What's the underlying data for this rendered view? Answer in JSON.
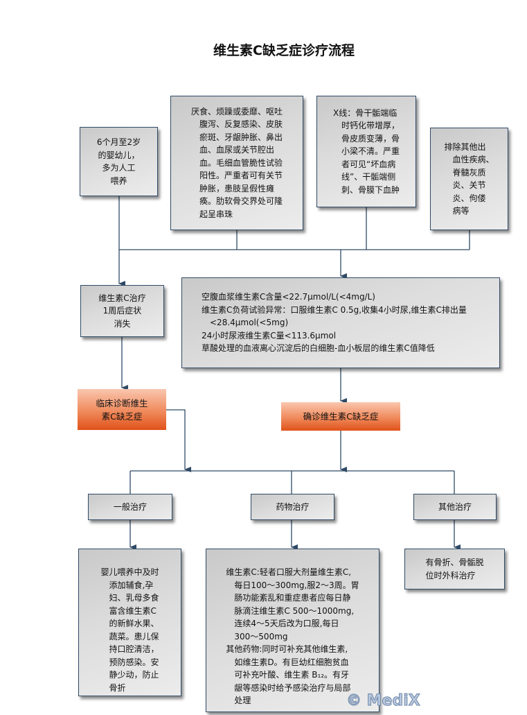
{
  "title": "维生素C缺乏症诊疗流程",
  "nodes": {
    "population": "6个月至2岁\n的婴幼儿，\n多为人工\n喂养",
    "symptoms": "厌食、烦躁或委靡、呕吐\n　腹泻、反复感染、皮肤\n　瘀斑、牙龈肿胀、鼻出\n　血、血尿或关节腔出\n　血。毛细血管脆性试验\n　阳性。严重者可有关节\n　肿胀，患肢呈假性瘫\n　痪。肋软骨交界处可隆\n　起呈串珠",
    "xray": "X线：骨干骺端临\n　时钙化带增厚，\n　骨皮质变薄，骨\n　小梁不清。严重\n　者可见“坏血病\n　线”、干骺端侧\n　刺、骨膜下血肿",
    "exclude": "排除其他出\n　血性疾病、\n　脊髓灰质\n　炎、关节\n　炎、佝偻\n　病等",
    "trial": "维生素C治疗\n1周后症状\n消失",
    "labs": "空腹血浆维生素C含量<22.7μmol/L(<4mg/L)\n维生素C负荷试验异常：口服维生素C 0.5g,收集4小时尿,维生素C排出量\n　<28.4μmol(<5mg)\n24小时尿液维生素C量<113.6μmol\n草酸处理的血液离心沉淀后的白细胞-血小板层的维生素C值降低",
    "clinical_dx": "临床诊断维生\n素C缺乏症",
    "confirmed_dx": "确诊维生素C缺乏症",
    "general": "一般治疗",
    "drug": "药物治疗",
    "other": "其他治疗",
    "general_detail": "婴儿喂养中及时\n　添加辅食,孕\n　妇、乳母多食\n　富含维生素C\n　的新鲜水果、\n　蔬菜。患儿保\n　持口腔清洁，\n　预防感染。安\n　静少动，防止\n　骨折",
    "drug_detail": "维生素C:轻者口服大剂量维生素C,\n　每日100～300mg,服2～3周。胃\n　肠功能紊乱和重症患者应每日静\n　脉滴注维生素C 500～1000mg,\n　连续4～5天后改为口服,每日\n　300～500mg\n其他药物:同时可补充其他维生素,\n　如维生素D。有巨幼红细胞贫血\n　可补充叶酸、维生素 B₁₂。有牙\n　龈等感染时给予感染治疗与局部\n　处理",
    "other_detail": "有骨折、骨骺脱\n位时外科治疗"
  },
  "watermark": "© MediX",
  "colors": {
    "border": "#2f4a66",
    "orange": "#e0521a"
  }
}
